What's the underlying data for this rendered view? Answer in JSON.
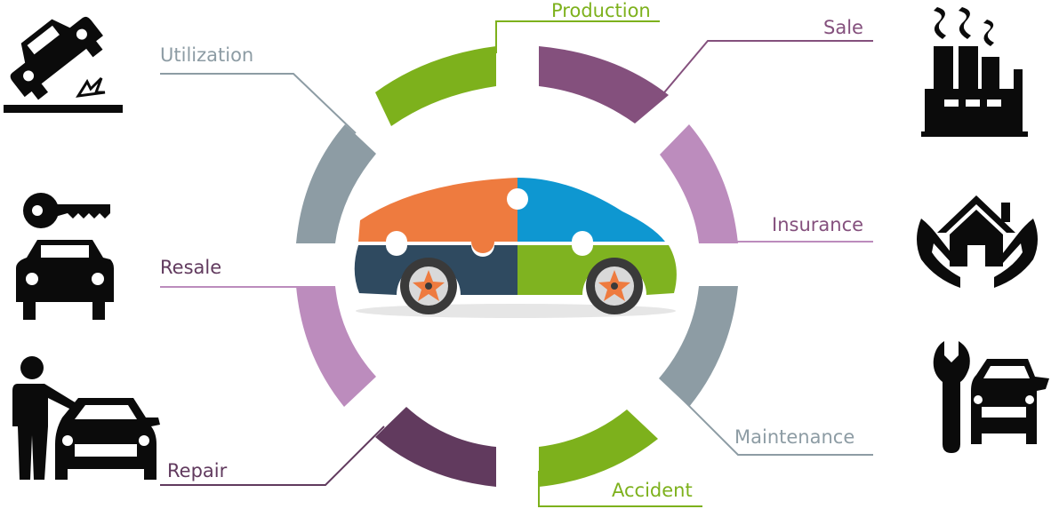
{
  "colors": {
    "green": "#7db11c",
    "purple_dark": "#84507d",
    "purple_light": "#bc8cbd",
    "gray": "#8d9ca4",
    "plum": "#613a5e",
    "car_orange": "#ee7b3f",
    "car_blue": "#0e97d1",
    "car_navy": "#2f4a60",
    "car_green": "#7fb320",
    "icon_black": "#0b0b0b"
  },
  "labels": {
    "production": "Production",
    "sale": "Sale",
    "insurance": "Insurance",
    "maintenance": "Maintenance",
    "accident": "Accident",
    "repair": "Repair",
    "resale": "Resale",
    "utilization": "Utilization"
  },
  "icons": {
    "center": "puzzle-car-icon",
    "crash": "car-crash-icon",
    "key_car": "car-key-icon",
    "person_car": "person-with-car-icon",
    "factory": "factory-icon",
    "house_hands": "house-in-hands-icon",
    "wrench_car": "wrench-car-icon"
  }
}
